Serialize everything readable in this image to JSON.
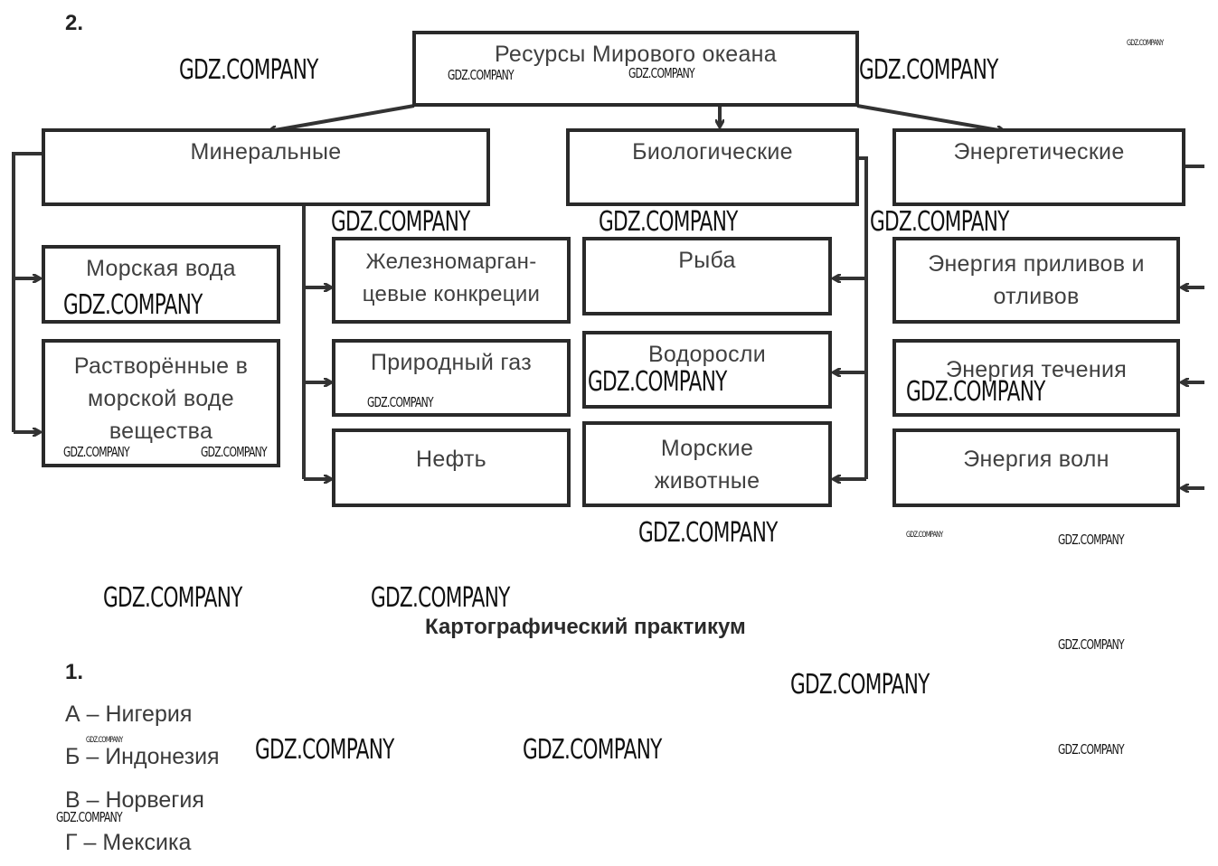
{
  "task2": {
    "number": "2.",
    "root": "Ресурсы Мирового океана",
    "categories": {
      "mineral": {
        "label": "Минеральные",
        "items": [
          "Морская вода",
          "Растворённые в морской воде вещества",
          "Железномарган-цевые конкреции",
          "Природный газ",
          "Нефть"
        ]
      },
      "biological": {
        "label": "Биологические",
        "items": [
          "Рыба",
          "Водоросли",
          "Морские животные"
        ]
      },
      "energy": {
        "label": "Энергетические",
        "items": [
          "Энергия приливов и отливов",
          "Энергия течения",
          "Энергия волн"
        ]
      }
    }
  },
  "practicum": {
    "title": "Картографический практикум",
    "task_number": "1.",
    "answers": [
      "А – Нигерия",
      "Б – Индонезия",
      "В – Норвегия",
      "Г – Мексика"
    ]
  },
  "watermark": "GDZ.COMPANY"
}
